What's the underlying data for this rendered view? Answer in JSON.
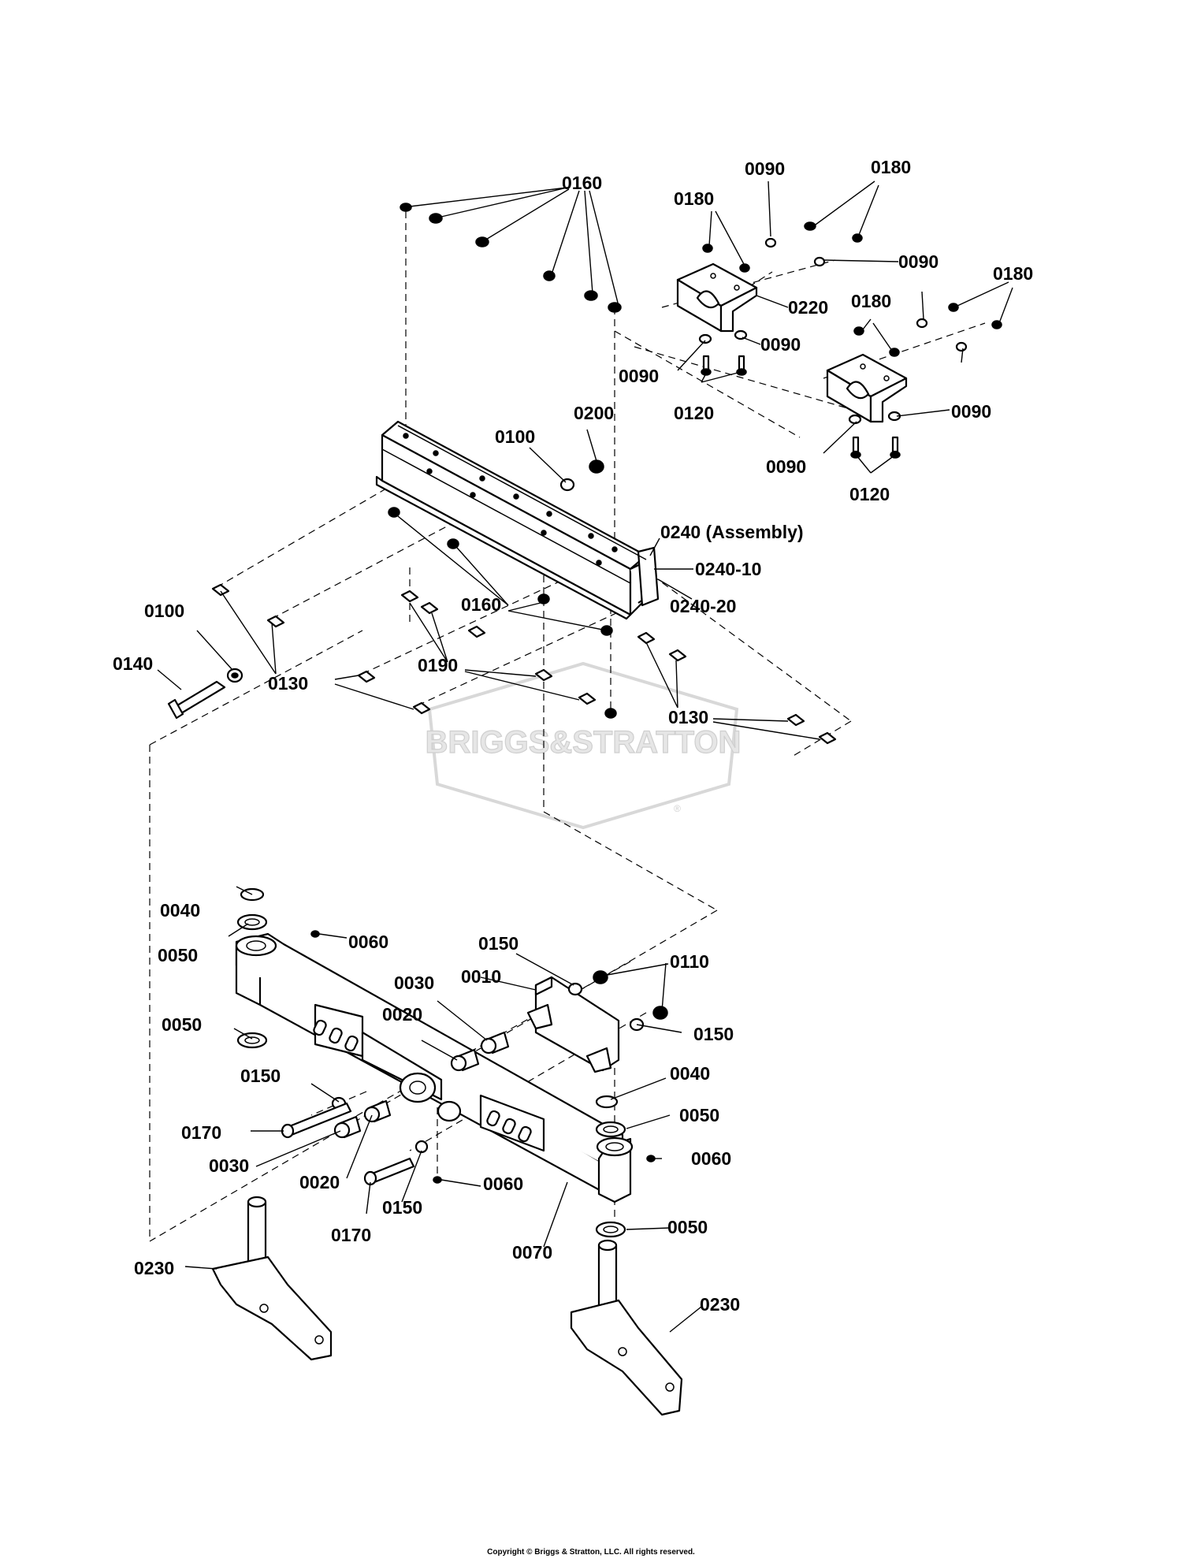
{
  "watermark": {
    "text": "BRIGGS&STRATTON",
    "registered": "®"
  },
  "copyright": "Copyright © Briggs & Stratton, LLC. All rights reserved.",
  "callouts": {
    "c0160_top": "0160",
    "c0090_a": "0090",
    "c0180_a": "0180",
    "c0180_b": "0180",
    "c0090_b": "0090",
    "c0180_c": "0180",
    "c0180_d": "0180",
    "c0220": "0220",
    "c0090_c": "0090",
    "c0090_d": "0090",
    "c0120_a": "0120",
    "c0090_e": "0090",
    "c0090_f": "0090",
    "c0120_b": "0120",
    "c0100_a": "0100",
    "c0200": "0200",
    "c0240": "0240 (Assembly)",
    "c0240_10": "0240-10",
    "c0240_20": "0240-20",
    "c0160_mid": "0160",
    "c0100_b": "0100",
    "c0140": "0140",
    "c0130_a": "0130",
    "c0190": "0190",
    "c0130_b": "0130",
    "c0040_a": "0040",
    "c0050_a": "0050",
    "c0060_a": "0060",
    "c0150_a": "0150",
    "c0110": "0110",
    "c0030_a": "0030",
    "c0010": "0010",
    "c0050_b": "0050",
    "c0020_a": "0020",
    "c0150_b": "0150",
    "c0150_c": "0150",
    "c0040_b": "0040",
    "c0050_c": "0050",
    "c0170_a": "0170",
    "c0030_b": "0030",
    "c0060_b": "0060",
    "c0020_b": "0020",
    "c0060_c": "0060",
    "c0150_d": "0150",
    "c0170_b": "0170",
    "c0050_d": "0050",
    "c0070": "0070",
    "c0230_a": "0230",
    "c0230_b": "0230"
  }
}
